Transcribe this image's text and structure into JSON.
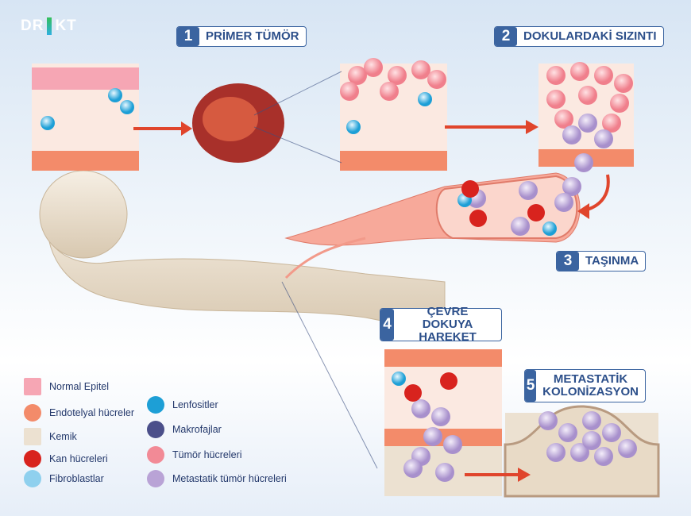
{
  "logo": {
    "left": "DR",
    "right": "KT"
  },
  "steps": [
    {
      "num": "1",
      "label": "PRİMER TÜMÖR"
    },
    {
      "num": "2",
      "label": "DOKULARDAKİ SIZINTI"
    },
    {
      "num": "3",
      "label": "TAŞINMA"
    },
    {
      "num": "4",
      "label": "ÇEVRE DOKUYA HAREKET"
    },
    {
      "num": "5",
      "label": "METASTATİK KOLONİZASYON"
    }
  ],
  "legend": [
    {
      "label": "Normal Epitel",
      "icon": "epithelial-cell-icon"
    },
    {
      "label": "Endotelyal hücreler",
      "icon": "endothelial-cell-icon"
    },
    {
      "label": "Kemik",
      "icon": "bone-icon"
    },
    {
      "label": "Kan hücreleri",
      "icon": "blood-cell-icon"
    },
    {
      "label": "Fibroblastlar",
      "icon": "fibroblast-icon"
    },
    {
      "label": "Lenfositler",
      "icon": "lymphocyte-icon"
    },
    {
      "label": "Makrofajlar",
      "icon": "macrophage-icon"
    },
    {
      "label": "Tümör hücreleri",
      "icon": "tumor-cell-icon"
    },
    {
      "label": "Metastatik tümör hücreleri",
      "icon": "metastatic-cell-icon"
    }
  ],
  "colors": {
    "accent": "#3b64a0",
    "arrow": "#e0452c",
    "tumor": "#f28a96",
    "metastatic": "#b9a3d6",
    "bone": "#ece1d1"
  }
}
